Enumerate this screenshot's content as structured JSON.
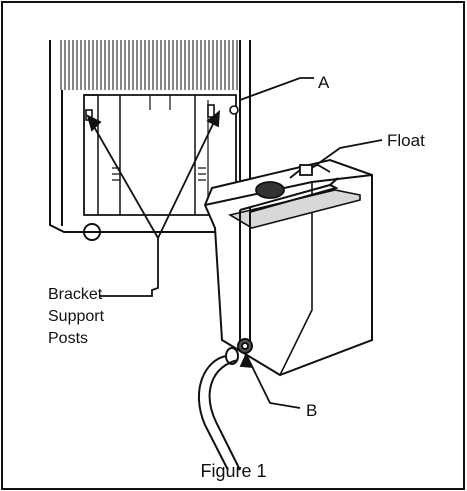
{
  "labels": {
    "a": "A",
    "float": "Float",
    "bracket_line1": "Bracket",
    "bracket_line2": "Support",
    "bracket_line3": "Posts",
    "b": "B"
  },
  "caption": "Figure 1",
  "colors": {
    "line": "#111111",
    "background": "#ffffff",
    "shade": "#cfcfcf"
  }
}
